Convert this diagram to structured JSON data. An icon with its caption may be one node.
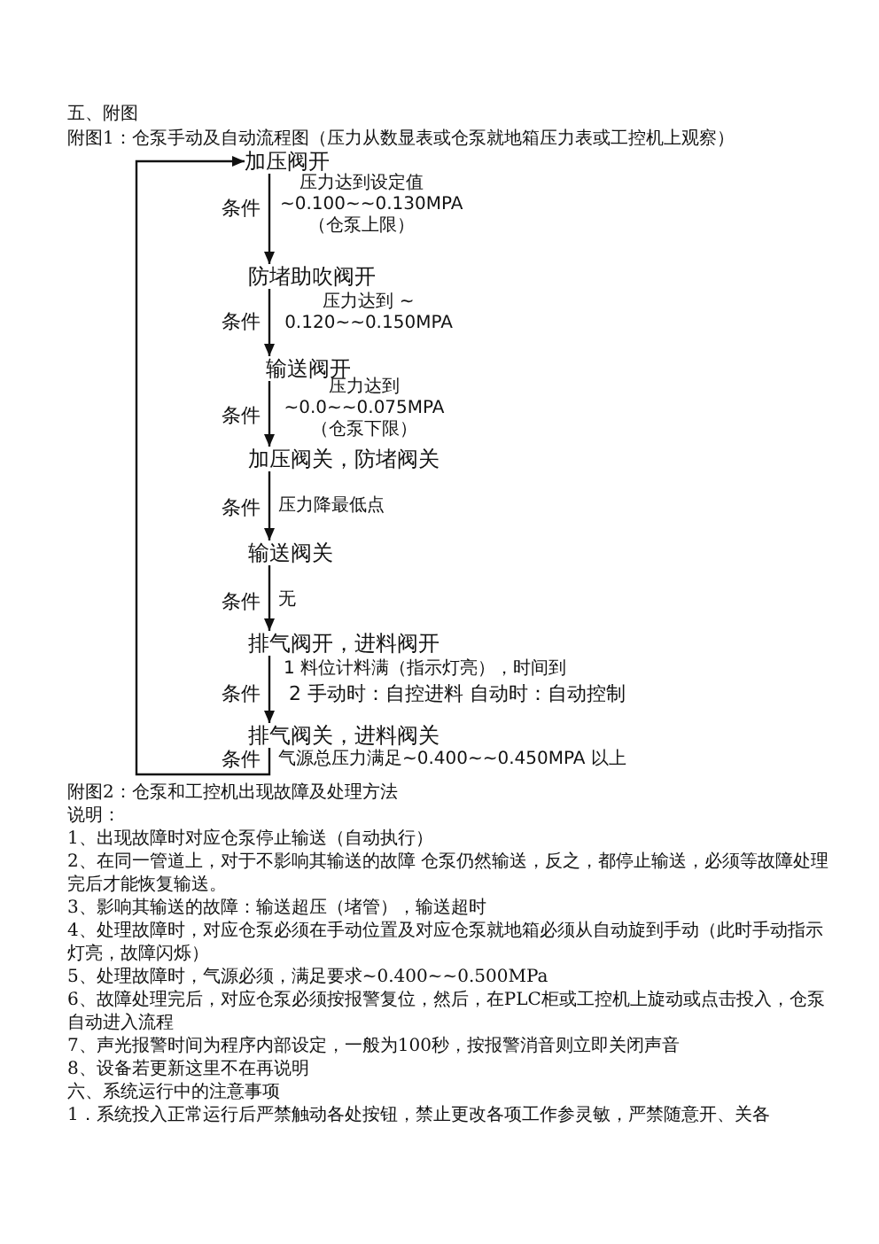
{
  "diagram": {
    "nodes": [
      {
        "text": [
          "加压阀开"
        ]
      },
      {
        "text": [
          "防堵助吹阀开"
        ]
      },
      {
        "text": [
          "输送阀开"
        ]
      },
      {
        "text": [
          "加压阀关，防堵阀关"
        ]
      },
      {
        "text": [
          "输送阀关"
        ]
      },
      {
        "text": [
          "排气阀开，进料阀开"
        ]
      },
      {
        "text": [
          "排气阀关，进料阀关"
        ]
      }
    ],
    "edges": [
      {
        "from": 0,
        "to": 1,
        "arrow": "to",
        "label": "压力达到设定值 ~0.100~~0.130MPA （仓泵上限）"
      },
      {
        "from": 1,
        "to": 2,
        "arrow": "to",
        "label": "压力达到 ~ 0.120~~0.150MPA"
      },
      {
        "from": 2,
        "to": 3,
        "arrow": "to",
        "label": "压力达到 ~0.0~~0.075MPA （仓泵下限）"
      },
      {
        "from": 3,
        "to": 4,
        "arrow": "to",
        "label": "压力降最低点"
      },
      {
        "from": 4,
        "to": 5,
        "arrow": "to",
        "label": "无"
      },
      {
        "from": 5,
        "to": 6,
        "arrow": "to",
        "label": "1 料位计料满（指示灯亮），时间到"
      },
      {
        "from": 6,
        "to": 0,
        "arrow": "to",
        "label": "气源总压力满足~0.400~~0.450MPA 以上"
      }
    ],
    "labels": [
      "五、附图",
      "附图1：仓泵手动及自动流程图（压力从数显表或仓泵就地箱压力表或工控机上观察）",
      "条件",
      "条件",
      "条件",
      "条件",
      "条件",
      "条件",
      "2 手动时：自控进料 自动时：自动控制",
      "条件",
      "附图2：仓泵和工控机出现故障及处理方法",
      "说明：",
      "1、出现故障时对应仓泵停止输送（自动执行）",
      "2、在同一管道上，对于不影响其输送的故障 仓泵仍然输送，反之，都停止输送，必须等故障处理完后才能恢复输送。",
      "3、影响其输送的故障：输送超压（堵管），输送超时",
      "4、处理故障时，对应仓泵必须在手动位置及对应仓泵就地箱必须从自动旋到手动（此时手动指示灯亮，故障闪烁）",
      "5、处理故障时，气源必须，满足要求~0.400~~0.500MPa",
      "6、故障处理完后，对应仓泵必须按报警复位，然后，在PLC柜或工控机上旋动或点击投入，仓泵自动进入流程",
      "7、声光报警时间为程序内部设定，一般为100秒，按报警消音则立即关闭声音",
      "8、设备若更新这里不在再说明",
      "六、系统运行中的注意事项",
      "1．系统投入正常运行后严禁触动各处按钮，禁止更改各项工作参灵敏，严禁随意开、关各"
    ]
  }
}
